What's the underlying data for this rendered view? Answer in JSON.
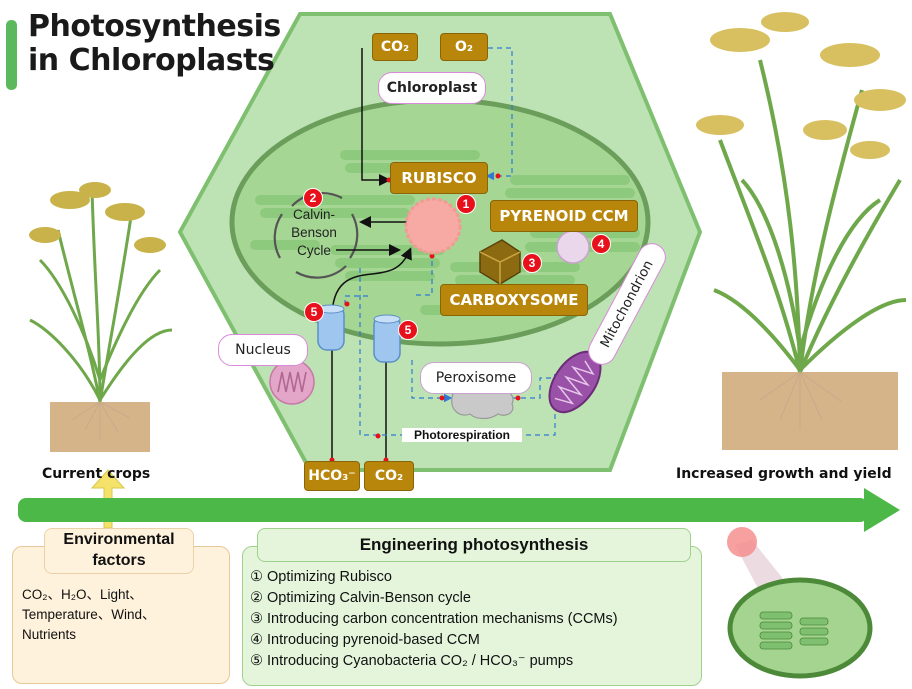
{
  "title": {
    "line1": "Photosynthesis",
    "line2": "in Chloroplasts"
  },
  "diagram": {
    "co2_top": "CO₂",
    "o2_top": "O₂",
    "chloroplast": "Chloroplast",
    "rubisco": "RUBISCO",
    "pyrenoid": "PYRENOID CCM",
    "carboxysome": "CARBOXYSOME",
    "calvin": [
      "Calvin-",
      "Benson",
      "Cycle"
    ],
    "nucleus": "Nucleus",
    "mitochondrion": "Mitochondrion",
    "peroxisome": "Peroxisome",
    "photorespiration": "Photorespiration",
    "hco3_bottom": "HCO₃⁻",
    "co2_bottom": "CO₂",
    "badges": [
      "1",
      "2",
      "3",
      "4",
      "5",
      "5"
    ]
  },
  "crops": {
    "current": "Current crops",
    "increased": "Increased growth and yield"
  },
  "environment": {
    "title": [
      "Environmental",
      "factors"
    ],
    "lines": [
      "CO₂、H₂O、Light、",
      "Temperature、Wind、",
      "Nutrients"
    ]
  },
  "engineering": {
    "title": "Engineering photosynthesis",
    "items": [
      "① Optimizing Rubisco",
      "② Optimizing Calvin-Benson cycle",
      "③ Introducing carbon concentration mechanisms (CCMs)",
      "④ Introducing pyrenoid-based CCM",
      "⑤ Introducing Cyanobacteria CO₂ / HCO₃⁻ pumps"
    ]
  },
  "colors": {
    "hexagon_fill": "#bde3b4",
    "chloroplast_fill": "#9fd38f",
    "arrow_green": "#4cb848",
    "gold_label": "#b8860b",
    "badge_red": "#e8101a",
    "flow_blue": "#2f7ad6"
  }
}
